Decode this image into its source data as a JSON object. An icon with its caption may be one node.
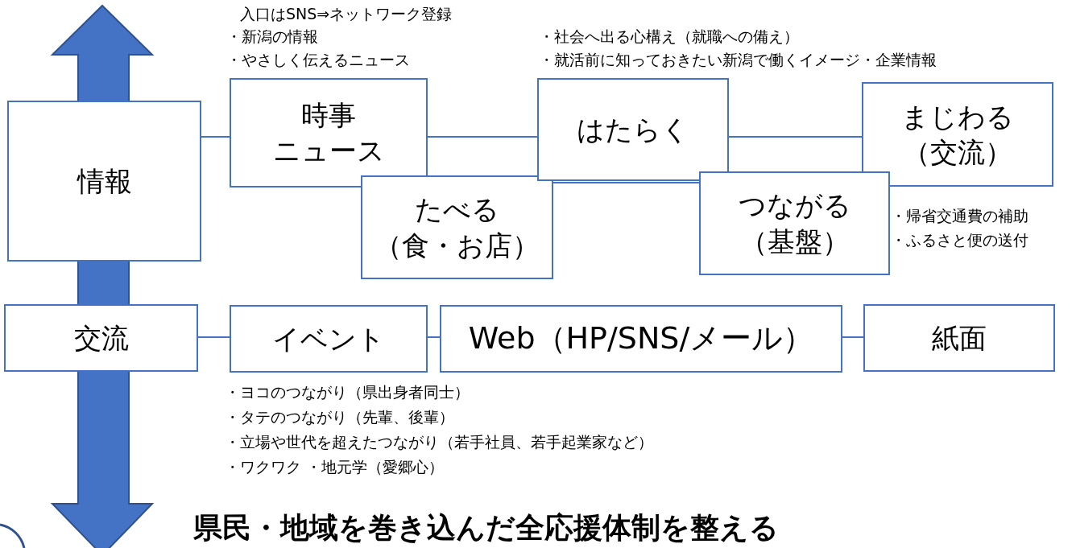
{
  "diagram": {
    "nodes": [
      {
        "text": [
          "情報"
        ]
      },
      {
        "text": [
          "時事ニュース"
        ],
        "beside": [
          "入口はSNS⇒ネットワーク登録",
          "・新潟の情報",
          "・やさしく伝えるニュース"
        ]
      },
      {
        "text": [
          "たべる（食・お店）"
        ]
      },
      {
        "text": [
          "はたらく"
        ],
        "beside": [
          "・社会へ出る心構え（就職への備え）",
          "・就活前に知っておきたい新潟で働くイメージ・企業情報"
        ]
      },
      {
        "text": [
          "まじわる（交流）"
        ]
      },
      {
        "text": [
          "つながる（基盤）"
        ],
        "beside": [
          "・帰省交通費の補助",
          "・ふるさと便の送付"
        ]
      },
      {
        "text": [
          "交流"
        ]
      },
      {
        "text": [
          "イベント"
        ],
        "beside": [
          "・ヨコのつながり（県出身者同士）",
          "・タテのつながり（先輩、後輩）",
          "・立場や世代を超えたつながり（若手社員、若手起業家など）",
          "・ワクワク ・地元学（愛郷心）"
        ]
      },
      {
        "text": [
          "Web（HP/SNS/メール）"
        ]
      },
      {
        "text": [
          "紙面"
        ]
      }
    ],
    "edges": [
      {
        "from": 0,
        "to": 1,
        "arrow": "none"
      },
      {
        "from": 1,
        "to": 3,
        "arrow": "none"
      },
      {
        "from": 3,
        "to": 4,
        "arrow": "none"
      },
      {
        "from": 2,
        "to": 5,
        "arrow": "none"
      },
      {
        "from": 6,
        "to": 7,
        "arrow": "none"
      },
      {
        "from": 7,
        "to": 8,
        "arrow": "none"
      },
      {
        "from": 8,
        "to": 9,
        "arrow": "none"
      }
    ],
    "labels": [
      "県民・地域を巻き込んだ全応援体制を整える"
    ]
  }
}
